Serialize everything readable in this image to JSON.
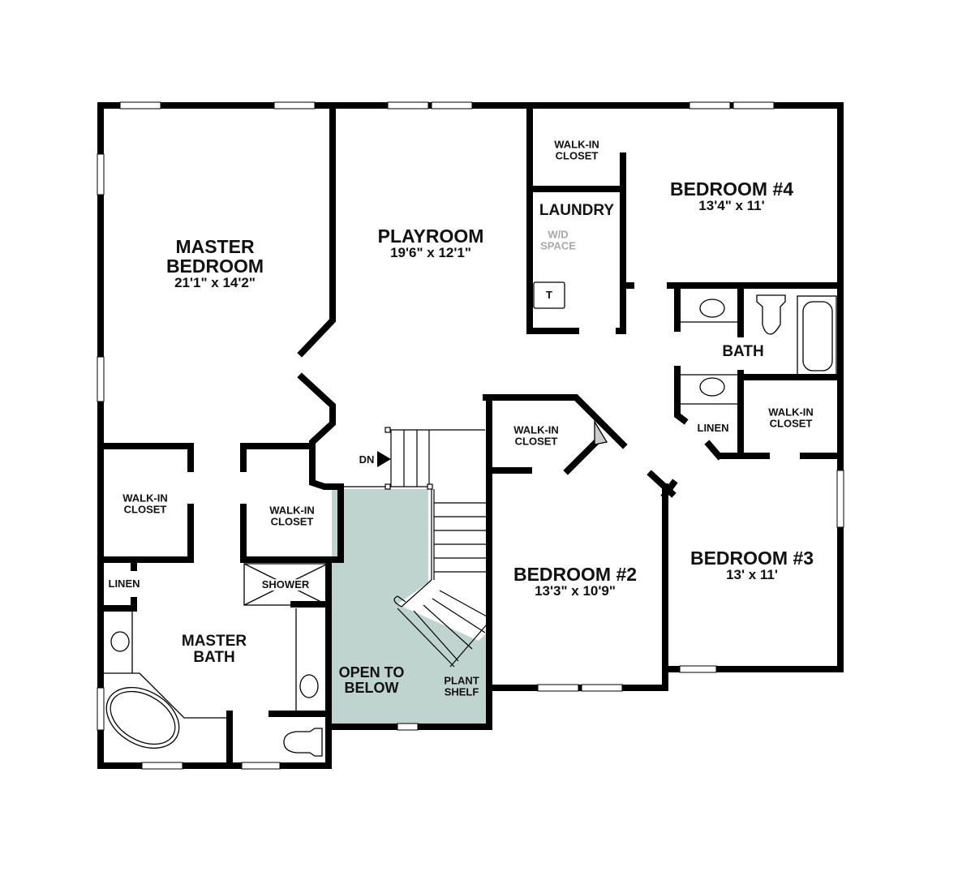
{
  "rooms": {
    "master_bedroom": {
      "name_line1": "MASTER",
      "name_line2": "BEDROOM",
      "size": "21'1\" x 14'2\""
    },
    "playroom": {
      "name": "PLAYROOM",
      "size": "19'6\" x 12'1\""
    },
    "walk_in_closet_bed4": {
      "line1": "WALK-IN",
      "line2": "CLOSET"
    },
    "laundry": {
      "name": "LAUNDRY",
      "wd_line1": "W/D",
      "wd_line2": "SPACE",
      "tub_label": "T"
    },
    "bedroom4": {
      "name": "BEDROOM #4",
      "size": "13'4\" x 11'"
    },
    "bath": {
      "name": "BATH"
    },
    "linen_bath": {
      "name": "LINEN"
    },
    "walk_in_closet_bed3": {
      "line1": "WALK-IN",
      "line2": "CLOSET"
    },
    "walk_in_closet_bed2": {
      "line1": "WALK-IN",
      "line2": "CLOSET"
    },
    "bedroom2": {
      "name": "BEDROOM #2",
      "size": "13'3\" x 10'9\""
    },
    "bedroom3": {
      "name": "BEDROOM #3",
      "size": "13' x 11'"
    },
    "stairs": {
      "label": "DN"
    },
    "walk_in_closet_master_left": {
      "line1": "WALK-IN",
      "line2": "CLOSET"
    },
    "walk_in_closet_master_right": {
      "line1": "WALK-IN",
      "line2": "CLOSET"
    },
    "linen_master": {
      "name": "LINEN"
    },
    "shower": {
      "name": "SHOWER"
    },
    "master_bath": {
      "name_line1": "MASTER",
      "name_line2": "BATH"
    },
    "open_to_below": {
      "line1": "OPEN TO",
      "line2": "BELOW"
    },
    "plant_shelf": {
      "line1": "PLANT",
      "line2": "SHELF"
    }
  },
  "colors": {
    "wall": "#000000",
    "open_to_below": "#bfd3cf",
    "plant_shelf": "#bfd3cf"
  }
}
